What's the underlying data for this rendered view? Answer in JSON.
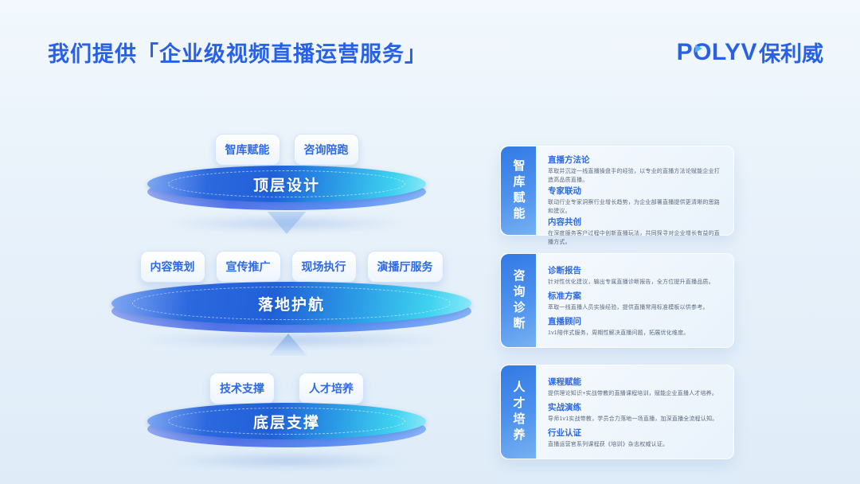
{
  "page": {
    "title": "我们提供「企业级视频直播运营服务」"
  },
  "logo": {
    "text_en": "POLYV",
    "text_cn": "保利威"
  },
  "diagram": {
    "levels": [
      {
        "disc_label": "顶层设计",
        "tags": [
          "智库赋能",
          "咨询陪跑"
        ],
        "arrow_after": "down"
      },
      {
        "disc_label": "落地护航",
        "tags": [
          "内容策划",
          "宣传推广",
          "现场执行",
          "演播厅服务"
        ],
        "arrow_after": "up"
      },
      {
        "disc_label": "底层支撑",
        "tags": [
          "技术支撑",
          "人才培养"
        ]
      }
    ]
  },
  "panels": [
    {
      "label": "智库赋能",
      "items": [
        {
          "title": "直播方法论",
          "desc": "萃取并沉淀一线直播操盘手的经验，以专业的直播方法论赋能企业打造高品质直播。"
        },
        {
          "title": "专家联动",
          "desc": "联动行业专家洞察行业增长趋势，为企业部署直播提供更清晰的思路和建议。"
        },
        {
          "title": "内容共创",
          "desc": "在深度服务客户过程中创新直播玩法，共同探寻对企业增长有益的直播方式。"
        }
      ]
    },
    {
      "label": "咨询诊断",
      "items": [
        {
          "title": "诊断报告",
          "desc": "针对性优化建议，输出专属直播诊断报告，全方位提升直播品质。"
        },
        {
          "title": "标准方案",
          "desc": "萃取一线直播人员实操经验，提供直播常用标准模板以供参考。"
        },
        {
          "title": "直播顾问",
          "desc": "1v1陪伴式服务，周期性解决直播问题，拓展优化维度。"
        }
      ]
    },
    {
      "label": "人才培养",
      "items": [
        {
          "title": "课程赋能",
          "desc": "提供理论知识+实战带教的直播课程培训，赋能企业直播人才培养。"
        },
        {
          "title": "实战演练",
          "desc": "导师1v1实战带教，学员合力落地一场直播，加深直播全流程认知。"
        },
        {
          "title": "行业认证",
          "desc": "直播运营官系列课程获《培训》杂志权威认证。"
        }
      ]
    }
  ],
  "colors": {
    "brand_blue": "#2961e5",
    "accent_cyan": "#3fd2f0",
    "tag_text": "#2e6ae4",
    "desc_text": "#5c6b80",
    "panel_label_gradient_start": "#3279e5",
    "panel_label_gradient_end": "#77b0f2",
    "background": "#e9f2fa"
  }
}
